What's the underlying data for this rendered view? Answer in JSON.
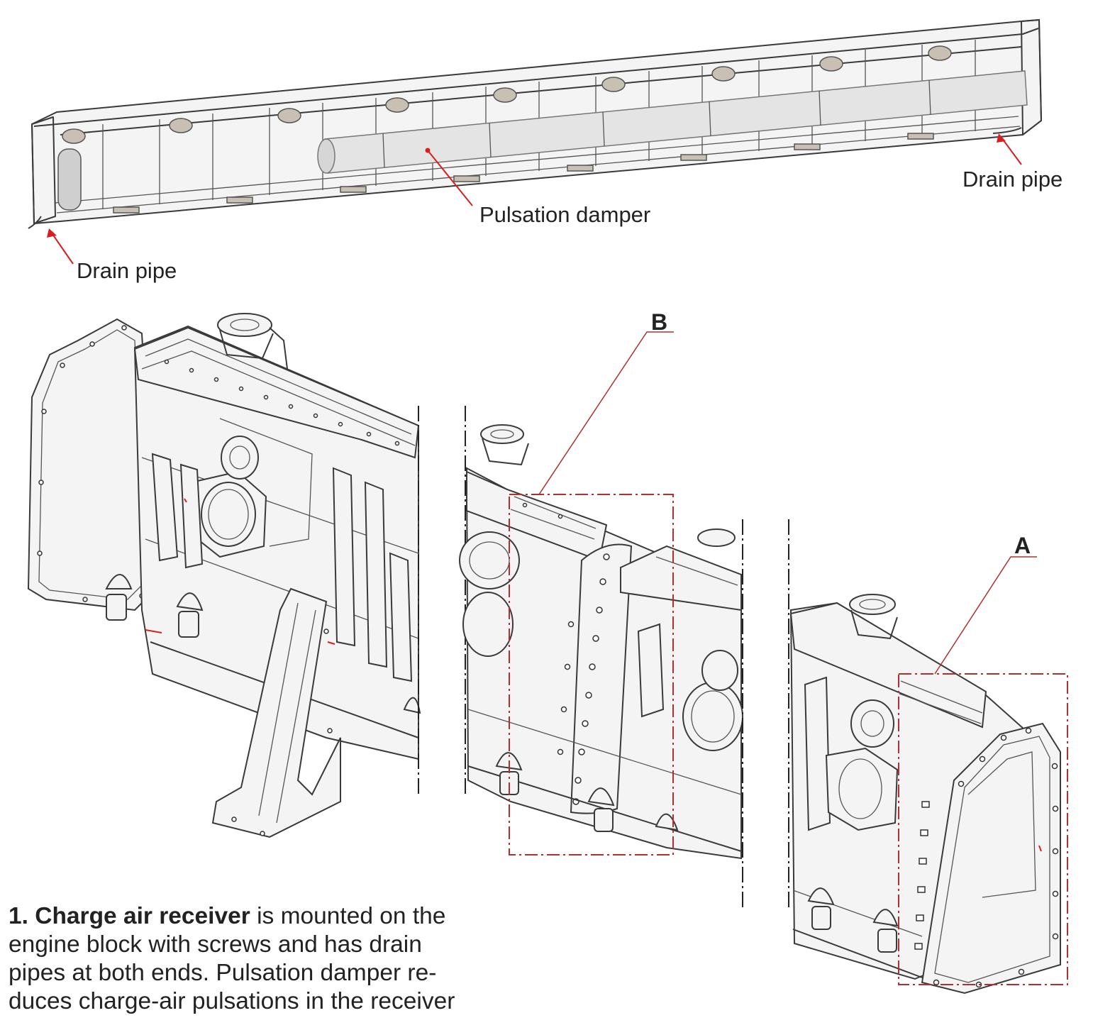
{
  "labels": {
    "pulsation_damper": "Pulsation damper",
    "drain_pipe_right": "Drain pipe",
    "drain_pipe_left": "Drain pipe",
    "detail_b": "B",
    "detail_a": "A"
  },
  "caption": {
    "bold": "1. Charge air receiver",
    "line1": " is mounted on the",
    "line2": "engine block with screws and has drain",
    "line3": "pipes at both ends. Pulsation damper re-",
    "line4": "duces charge-air pulsations in the receiver"
  },
  "colors": {
    "leader_red": "#d62020",
    "detail_box": "#b03030",
    "outline": "#3a3a3a",
    "port_fill": "#c9c0b4"
  }
}
